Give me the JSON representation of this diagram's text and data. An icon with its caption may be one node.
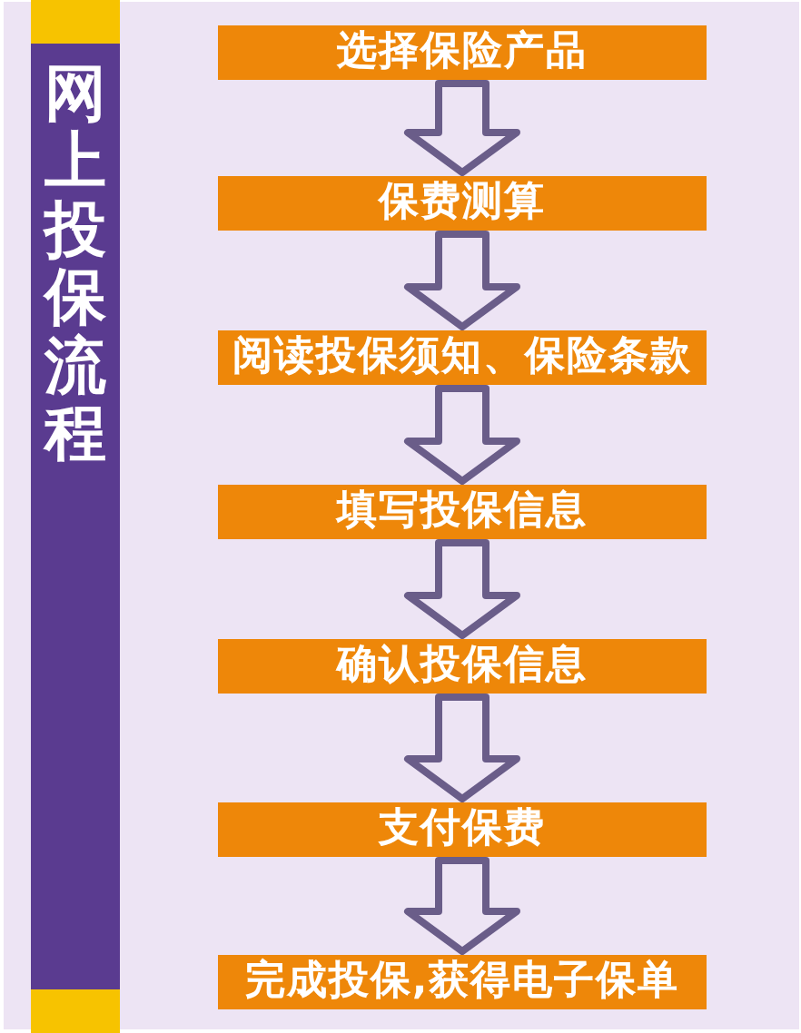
{
  "diagram": {
    "nodes": [
      {
        "text": [
          "网上投保流程"
        ]
      },
      {
        "text": [
          "选择保险产品"
        ]
      },
      {
        "text": [
          "保费测算"
        ]
      },
      {
        "text": [
          "阅读投保须知、保险条款"
        ]
      },
      {
        "text": [
          "填写投保信息"
        ]
      },
      {
        "text": [
          "确认投保信息"
        ]
      },
      {
        "text": [
          "支付保费"
        ]
      },
      {
        "text": [
          "完成投保,获得电子保单"
        ]
      }
    ],
    "edges": [
      {
        "from": 1,
        "to": 2,
        "arrow": "to"
      },
      {
        "from": 2,
        "to": 3,
        "arrow": "to"
      },
      {
        "from": 3,
        "to": 4,
        "arrow": "to"
      },
      {
        "from": 4,
        "to": 5,
        "arrow": "to"
      },
      {
        "from": 5,
        "to": 6,
        "arrow": "to"
      },
      {
        "from": 6,
        "to": 7,
        "arrow": "to"
      }
    ]
  }
}
